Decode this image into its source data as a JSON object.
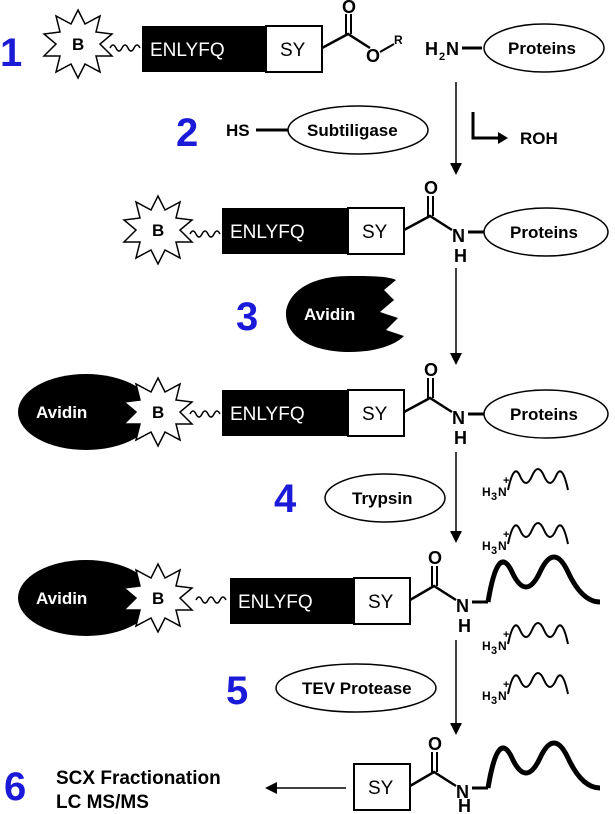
{
  "steps": {
    "s1": "1",
    "s2": "2",
    "s3": "3",
    "s4": "4",
    "s5": "5",
    "s6": "6"
  },
  "labels": {
    "biotin": "B",
    "peptide": "ENLYFQ",
    "sy": "SY",
    "proteins": "Proteins",
    "subtiligase": "Subtiligase",
    "hs": "HS",
    "roh": "ROH",
    "avidin": "Avidin",
    "trypsin": "Trypsin",
    "tev": "TEV Protease",
    "scx": "SCX Fractionation",
    "lcms": "LC MS/MS",
    "o": "O",
    "r": "R",
    "n": "N",
    "h": "H",
    "h2n_h": "H",
    "h2n_2": "2",
    "h2n_n": "N",
    "h3n_h": "H",
    "h3n_3": "3",
    "h3n_n": "N",
    "plus": "+"
  }
}
